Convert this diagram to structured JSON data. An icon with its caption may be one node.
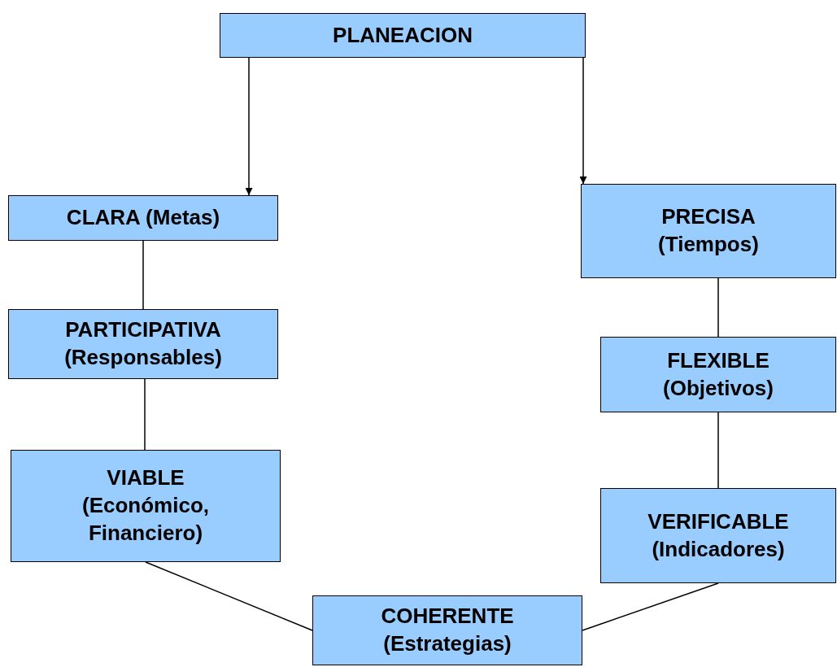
{
  "diagram": {
    "nodes": [
      {
        "text": [
          "PLANEACION"
        ]
      },
      {
        "text": [
          "CLARA (Metas)"
        ]
      },
      {
        "text": [
          "PRECISA",
          "(Tiempos)"
        ]
      },
      {
        "text": [
          "PARTICIPATIVA",
          "(Responsables)"
        ]
      },
      {
        "text": [
          "FLEXIBLE",
          "(Objetivos)"
        ]
      },
      {
        "text": [
          "VIABLE",
          "(Económico, Financiero)"
        ]
      },
      {
        "text": [
          "VERIFICABLE",
          "(Indicadores)"
        ]
      },
      {
        "text": [
          "COHERENTE",
          "(Estrategias)"
        ]
      }
    ],
    "edges": [
      {
        "from": 0,
        "to": 1,
        "arrow": "to"
      },
      {
        "from": 0,
        "to": 2,
        "arrow": "to"
      },
      {
        "from": 1,
        "to": 3,
        "arrow": "none"
      },
      {
        "from": 3,
        "to": 5,
        "arrow": "none"
      },
      {
        "from": 2,
        "to": 4,
        "arrow": "none"
      },
      {
        "from": 4,
        "to": 6,
        "arrow": "none"
      },
      {
        "from": 5,
        "to": 7,
        "arrow": "none"
      },
      {
        "from": 6,
        "to": 7,
        "arrow": "none"
      }
    ]
  }
}
